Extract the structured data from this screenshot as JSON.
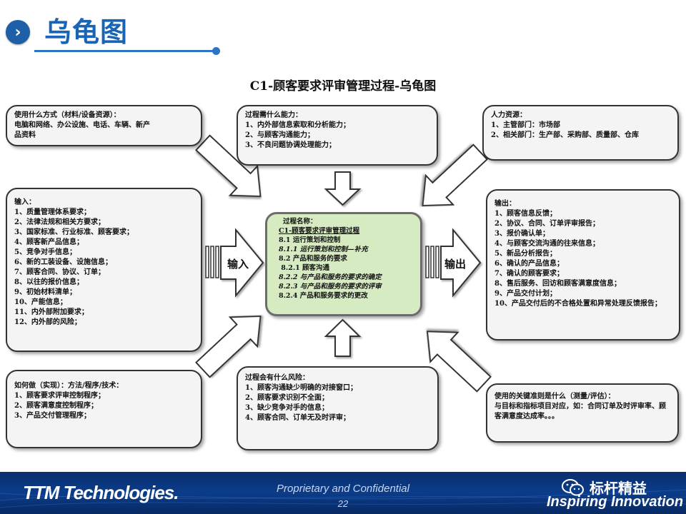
{
  "header": {
    "title": "乌龟图"
  },
  "diagram": {
    "title": "C1-顾客要求评审管理过程-乌龟图",
    "resources": {
      "lines": [
        "使用什么方式（材料/设备资源）：",
        "电脑和网络、办公设施、电话、车辆、新产",
        "品资料"
      ]
    },
    "competence": {
      "lines": [
        "过程需什么能力：",
        "1、内外部信息索取和分析能力；",
        "2、与顾客沟通能力；",
        "3、不良问题协调处理能力；"
      ]
    },
    "human": {
      "lines": [
        "人力资源：",
        "1、主管部门：市场部",
        "2、相关部门：生产部、采购部、质量部、仓库"
      ]
    },
    "input": {
      "lines": [
        "输入：",
        "1、质量管理体系要求；",
        "2、法律法规和相关方要求；",
        "3、国家标准、行业标准、顾客要求；",
        "4、顾客新产品信息；",
        "5、竞争对手信息；",
        "6、新的工装设备、设施信息；",
        "7、顾客合同、协议、订单；",
        "8、以往的报价信息；",
        "9、初始材料清单；",
        "10、产能信息；",
        "11、内外部附加要求；",
        "12、内外部的风险；"
      ]
    },
    "output": {
      "lines": [
        "输出：",
        "1、顾客信息反馈；",
        "2、协议、合同、订单评审报告；",
        "3、报价确认单；",
        "4、与顾客交流沟通的往来信息；",
        "5、新品分析报告；",
        "6、确认的产品信息；",
        "7、确认的顾客要求；",
        "8、售后服务、回访和顾客满意度信息；",
        "9、产品交付计划；",
        "10、产品交付后的不合格处置和异常处理反馈报告；"
      ]
    },
    "method": {
      "lines": [
        "如何做（实现）：方法/程序/技术：",
        "1、顾客要求评审控制程序；",
        "2、顾客满意度控制程序；",
        "3、产品交付管理程序；"
      ]
    },
    "risk": {
      "lines": [
        "过程会有什么风险：",
        "1、顾客沟通缺少明确的对接窗口；",
        "2、顾客要求识别不全面；",
        "3、缺少竞争对手的信息；",
        "4、顾客合同、订单无及时评审；"
      ]
    },
    "criteria": {
      "lines": [
        "使用的关键准则是什么（测量/评估）：",
        "与目标和指标项目对应，如：合同订单及时评审率、顾客满意度达成率。。。"
      ]
    },
    "process": {
      "heading": "过程名称：",
      "name": "C1-顾客要求评审管理过程",
      "items": [
        "8.1 运行策划和控制",
        "8.1.1 运行策划和控制—补充",
        "8.2 产品和服务的要求",
        " 8.2.1 顾客沟通",
        "8.2.2 与产品和服务的要求的确定",
        "8.2.3 与产品和服务的要求的评审",
        "8.2.4 产品和服务要求的更改"
      ]
    },
    "arrow_labels": {
      "input": "输入",
      "output": "输出"
    }
  },
  "footer": {
    "logo": "TTM Technologies.",
    "confidential": "Proprietary and Confidential",
    "page_number": "22",
    "brand": "标杆精益",
    "tagline": "Inspiring Innovation"
  }
}
